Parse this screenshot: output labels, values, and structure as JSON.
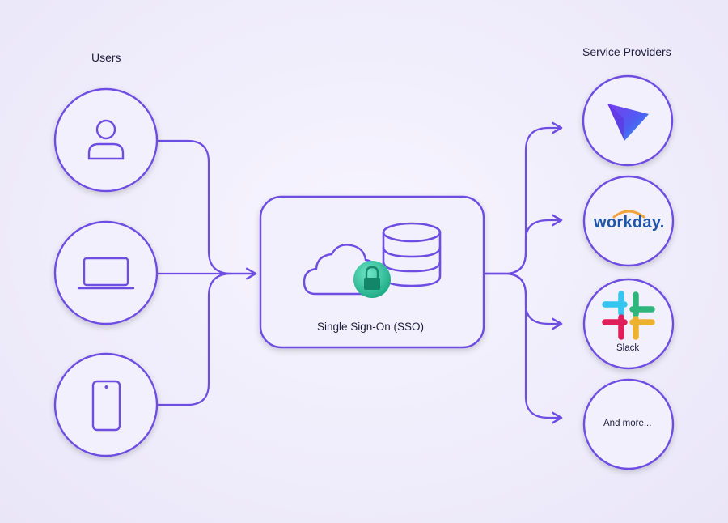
{
  "headers": {
    "users": "Users",
    "service_providers": "Service Providers"
  },
  "sso": {
    "label": "Single Sign-On (SSO)"
  },
  "users": [
    {
      "icon": "user-icon"
    },
    {
      "icon": "laptop-icon"
    },
    {
      "icon": "smartphone-icon"
    }
  ],
  "providers": [
    {
      "icon": "vectr-logo-icon"
    },
    {
      "icon": "workday-logo-icon",
      "text": "workday."
    },
    {
      "icon": "slack-logo-icon",
      "label": "Slack"
    },
    {
      "label": "And more..."
    }
  ],
  "colors": {
    "stroke": "#6e4de3",
    "background": "#efecfb",
    "lock": "#2ec5a0",
    "workday_blue": "#1f56a8",
    "workday_orange": "#f2a33a"
  }
}
